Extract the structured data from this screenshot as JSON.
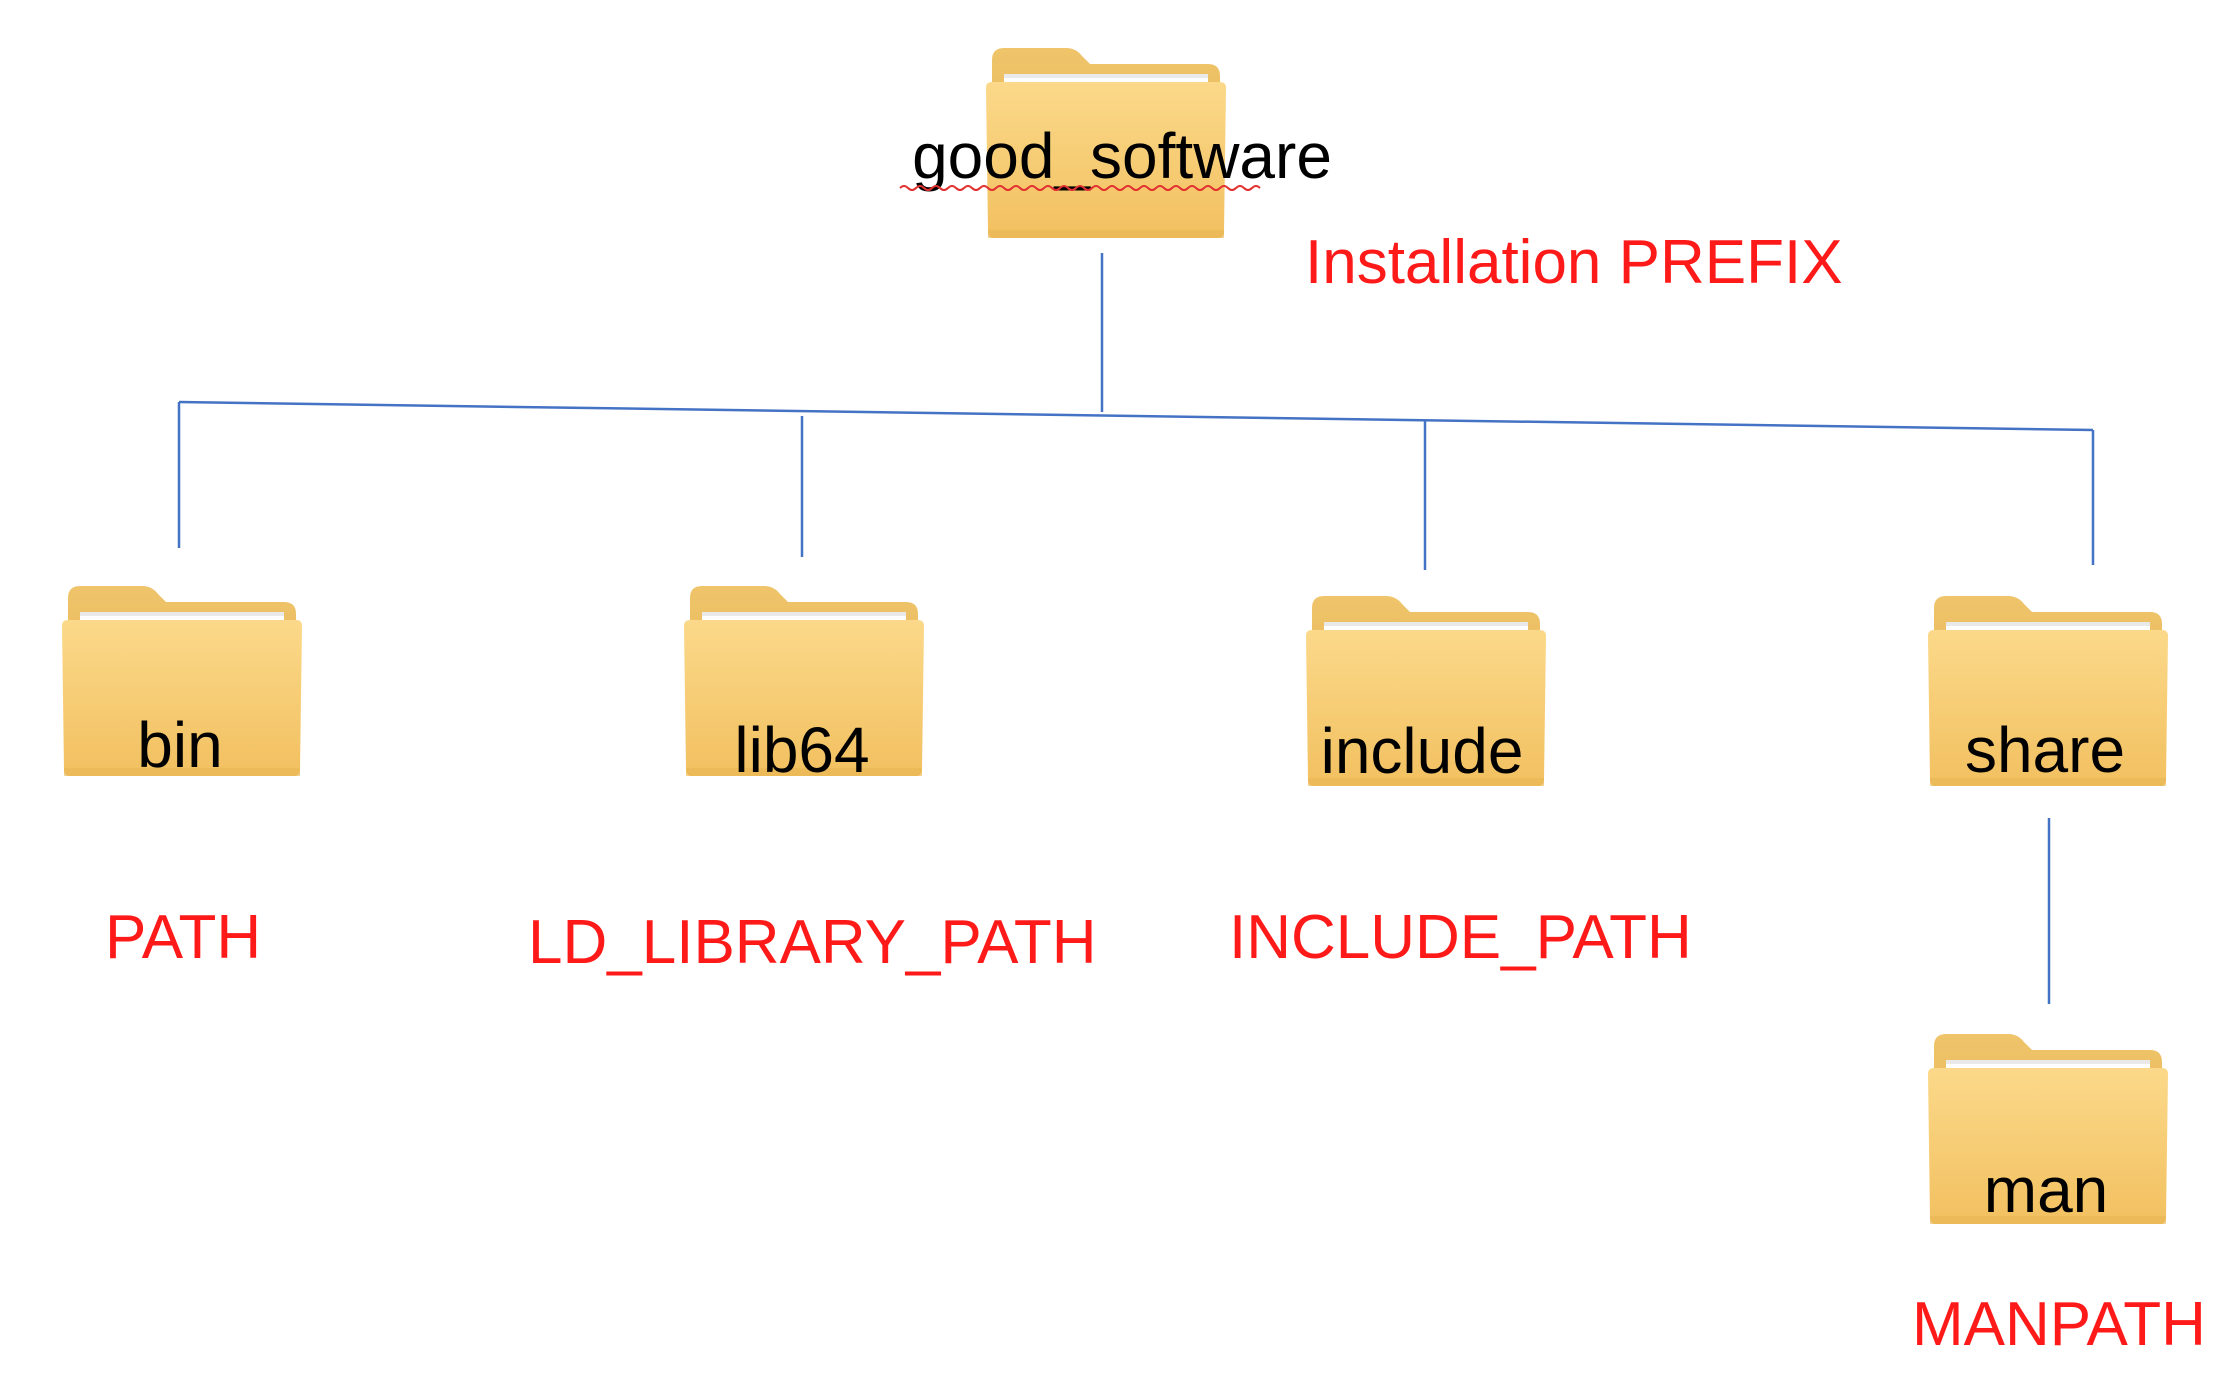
{
  "folders": {
    "root": {
      "label": "good_software"
    },
    "bin": {
      "label": "bin"
    },
    "lib64": {
      "label": "lib64"
    },
    "include": {
      "label": "include"
    },
    "share": {
      "label": "share"
    },
    "man": {
      "label": "man"
    }
  },
  "env_vars": {
    "prefix": "Installation PREFIX",
    "bin": "PATH",
    "lib64": "LD_LIBRARY_PATH",
    "include": "INCLUDE_PATH",
    "man": "MANPATH"
  },
  "icons": {
    "folder": "folder-icon"
  },
  "colors": {
    "folder_body": "#f7cd72",
    "folder_back": "#e9b95c",
    "env_var_text": "#ff1a1a",
    "connector": "#4472c4"
  }
}
